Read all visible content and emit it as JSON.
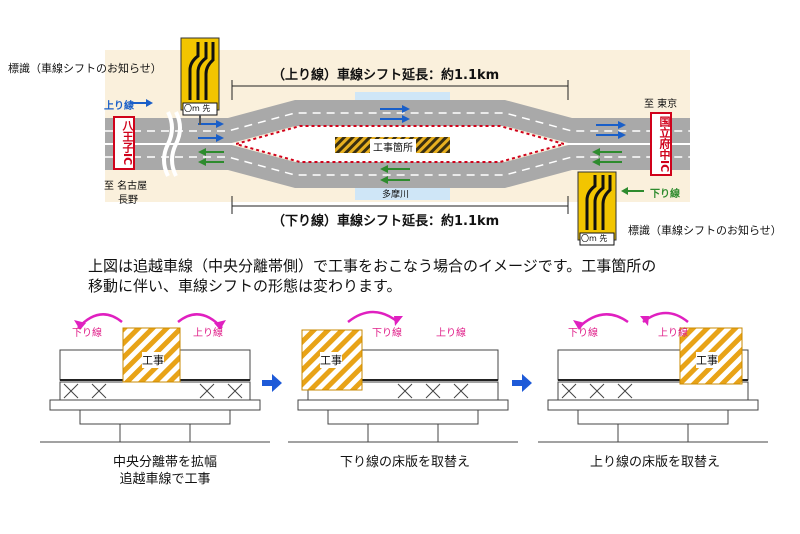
{
  "map": {
    "sign_left_label": "標識（車線シフトのお知らせ）",
    "sign_right_label": "標識（車線シフトのお知らせ）",
    "sign_distance": "〇m 先",
    "up_extension": "（上り線）車線シフト延長：約1.1km",
    "down_extension": "（下り線）車線シフト延長：約1.1km",
    "left_ic": "八王子IC",
    "right_ic": "国立府中IC",
    "up_lane_label": "上り線",
    "down_lane_label": "下り線",
    "dest_tokyo": "至 東京",
    "dest_nagoya_line1": "至 名古屋",
    "dest_nagoya_line2": "長野",
    "worksite_label": "工事箇所",
    "river_label": "多摩川",
    "colors": {
      "up_arrow": "#1a5fc8",
      "down_arrow": "#2e8b2e",
      "ic_border": "#d0021b",
      "hatch": "#e8a317"
    }
  },
  "description": {
    "line1": "上図は追越車線（中央分離帯側）で工事をおこなう場合のイメージです。工事箇所の",
    "line2": "移動に伴い、車線シフトの形態は変わります。"
  },
  "sections": [
    {
      "down_label": "下り線",
      "up_label": "上り線",
      "work_label": "工事",
      "caption_line1": "中央分離帯を拡幅",
      "caption_line2": "追越車線で工事"
    },
    {
      "down_label": "下り線",
      "up_label": "上り線",
      "work_label": "工事",
      "caption_line1": "下り線の床版を取替え",
      "caption_line2": ""
    },
    {
      "down_label": "下り線",
      "up_label": "上り線",
      "work_label": "工事",
      "caption_line1": "上り線の床版を取替え",
      "caption_line2": ""
    }
  ]
}
